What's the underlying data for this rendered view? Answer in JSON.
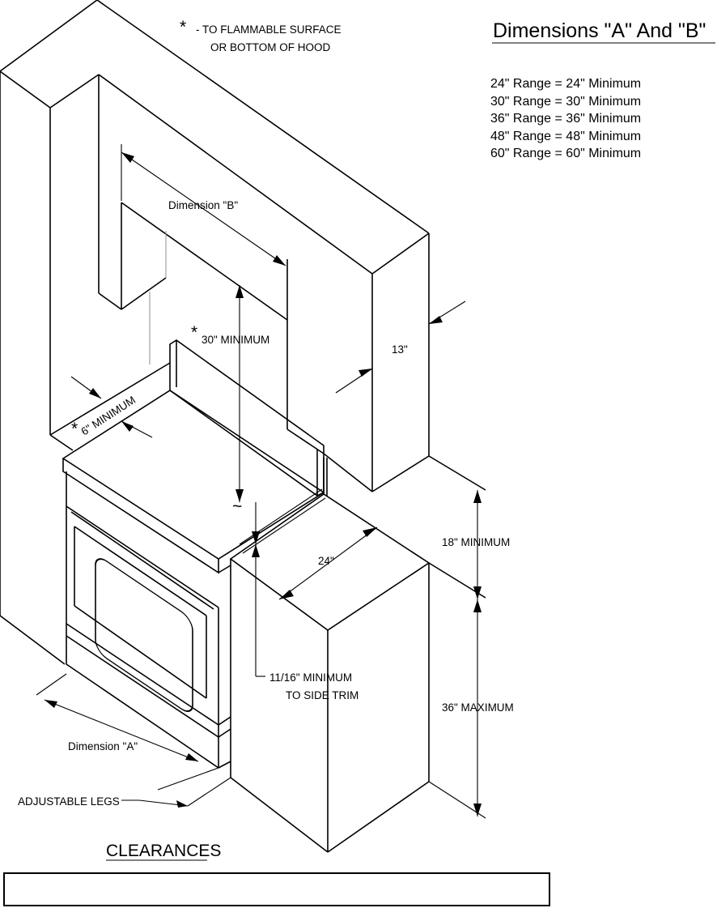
{
  "notes": {
    "asterisk": "*",
    "flammable_line1": "- TO FLAMMABLE SURFACE",
    "flammable_line2": "OR BOTTOM OF HOOD"
  },
  "dimensions_table": {
    "title": "Dimensions \"A\" And \"B\"",
    "rows": [
      "24\" Range = 24\" Minimum",
      "30\" Range = 30\" Minimum",
      "36\" Range = 36\" Minimum",
      "48\" Range = 48\" Minimum",
      "60\" Range = 60\" Minimum"
    ]
  },
  "labels": {
    "dimension_b": "Dimension \"B\"",
    "minimum_30": "30\" MINIMUM",
    "side_6": "6\" MINIMUM",
    "depth_13": "13\"",
    "depth_24": "24\"",
    "min_18": "18\" MINIMUM",
    "max_36": "36\" MAXIMUM",
    "trim_line1": "11/16\" MINIMUM",
    "trim_line2": "TO SIDE TRIM",
    "dimension_a": "Dimension \"A\"",
    "adjustable_legs": "ADJUSTABLE LEGS",
    "tilde": "~"
  },
  "caption": "CLEARANCES"
}
